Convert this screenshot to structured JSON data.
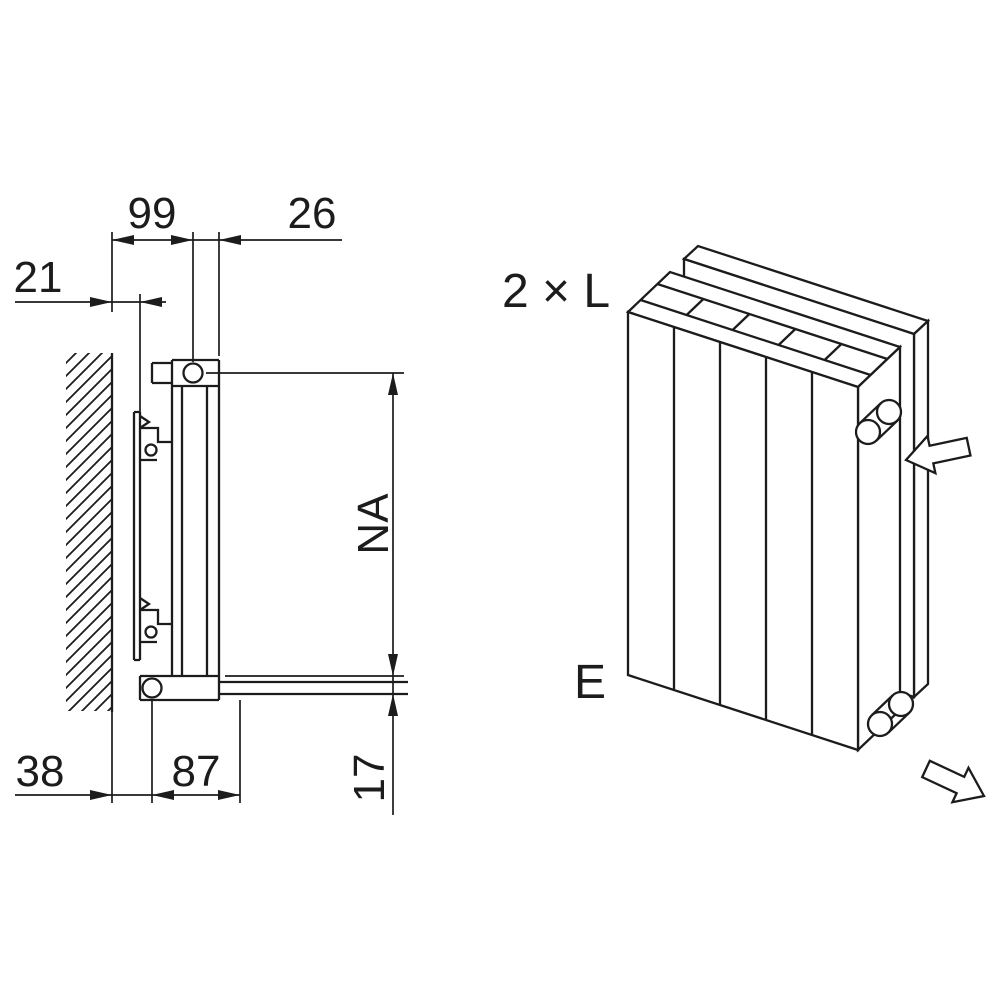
{
  "drawing": {
    "line_color": "#1c1c1c",
    "background_color": "#ffffff"
  },
  "side_view": {
    "dims": {
      "top_width": "99",
      "top_depth": "26",
      "wall_gap": "21",
      "hub_distance": "NA",
      "bottom_wall_offset": "38",
      "bottom_bracket_offset": "87",
      "bottom_connection_offset": "17"
    }
  },
  "iso_view": {
    "bracket_count_label": "2 × L",
    "connection_label": "E"
  }
}
